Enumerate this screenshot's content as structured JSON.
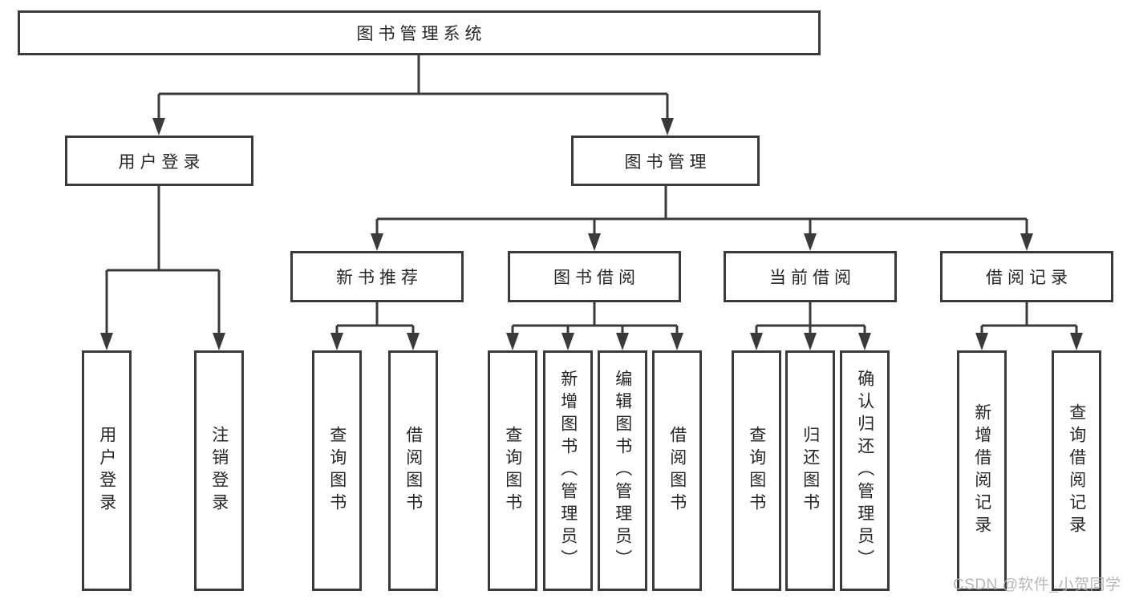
{
  "diagram": {
    "root": {
      "label": "图书管理系统"
    },
    "level1": [
      {
        "label": "用户登录",
        "children": [
          {
            "label": "用户登录"
          },
          {
            "label": "注销登录"
          }
        ]
      },
      {
        "label": "图书管理",
        "children": [
          {
            "label": "新书推荐",
            "children": [
              {
                "label": "查询图书"
              },
              {
                "label": "借阅图书"
              }
            ]
          },
          {
            "label": "图书借阅",
            "children": [
              {
                "label": "查询图书"
              },
              {
                "label": "新增图书（管理员）"
              },
              {
                "label": "编辑图书（管理员）"
              },
              {
                "label": "借阅图书"
              }
            ]
          },
          {
            "label": "当前借阅",
            "children": [
              {
                "label": "查询图书"
              },
              {
                "label": "归还图书"
              },
              {
                "label": "确认归还（管理员）"
              }
            ]
          },
          {
            "label": "借阅记录",
            "children": [
              {
                "label": "新增借阅记录"
              },
              {
                "label": "查询借阅记录"
              }
            ]
          }
        ]
      }
    ],
    "watermark": "CSDN @软件_小贺同学",
    "colors": {
      "line": "#3a3a3a",
      "box_border": "#3a3a3a",
      "text": "#262626",
      "watermark": "#b0b0b0",
      "background": "#ffffff"
    }
  }
}
